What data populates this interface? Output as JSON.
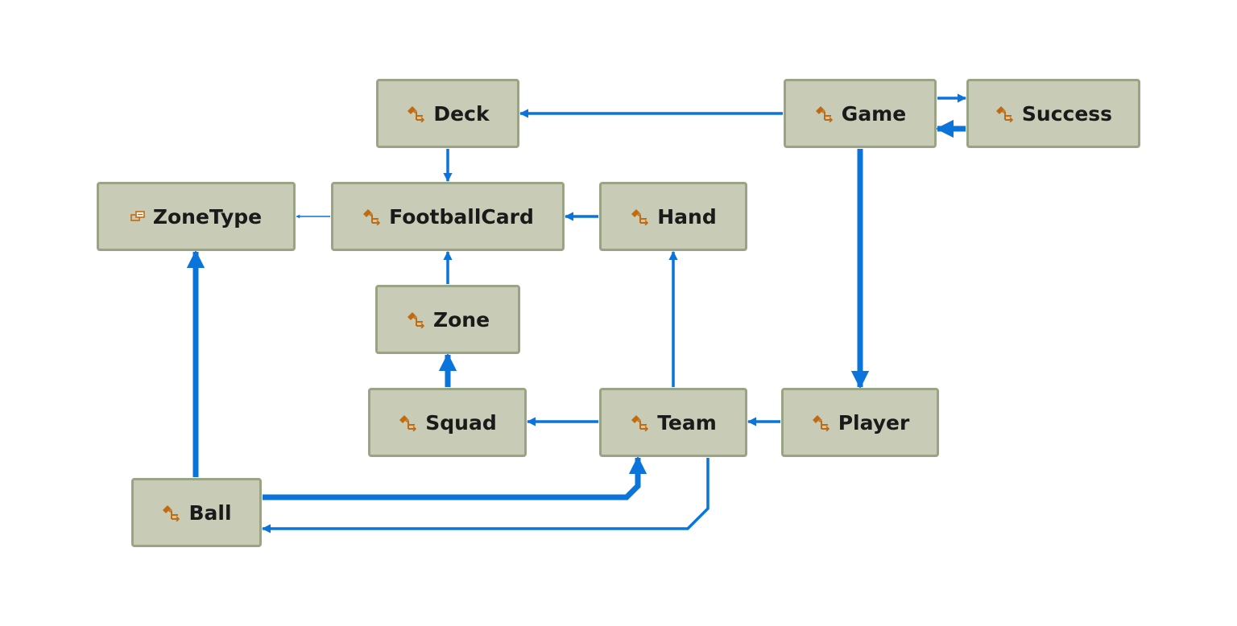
{
  "diagram": {
    "edge_color": "#0a74da",
    "node_fill": "#c8ccb6",
    "node_border": "#9aa383",
    "icon_color": "#c06a12",
    "nodes": {
      "deck": {
        "label": "Deck",
        "icon": "class-icon"
      },
      "game": {
        "label": "Game",
        "icon": "class-icon"
      },
      "success": {
        "label": "Success",
        "icon": "class-icon"
      },
      "zonetype": {
        "label": "ZoneType",
        "icon": "enum-icon"
      },
      "footballcard": {
        "label": "FootballCard",
        "icon": "class-icon"
      },
      "hand": {
        "label": "Hand",
        "icon": "class-icon"
      },
      "zone": {
        "label": "Zone",
        "icon": "class-icon"
      },
      "squad": {
        "label": "Squad",
        "icon": "class-icon"
      },
      "team": {
        "label": "Team",
        "icon": "class-icon"
      },
      "player": {
        "label": "Player",
        "icon": "class-icon"
      },
      "ball": {
        "label": "Ball",
        "icon": "class-icon"
      }
    },
    "edges": [
      {
        "from": "game",
        "to": "deck"
      },
      {
        "from": "game",
        "to": "success"
      },
      {
        "from": "success",
        "to": "game"
      },
      {
        "from": "deck",
        "to": "footballcard"
      },
      {
        "from": "footballcard",
        "to": "zonetype"
      },
      {
        "from": "hand",
        "to": "footballcard"
      },
      {
        "from": "game",
        "to": "player"
      },
      {
        "from": "zone",
        "to": "footballcard"
      },
      {
        "from": "squad",
        "to": "zone"
      },
      {
        "from": "team",
        "to": "hand"
      },
      {
        "from": "team",
        "to": "squad"
      },
      {
        "from": "player",
        "to": "team"
      },
      {
        "from": "ball",
        "to": "zonetype"
      },
      {
        "from": "ball",
        "to": "team"
      },
      {
        "from": "team",
        "to": "ball"
      }
    ]
  }
}
